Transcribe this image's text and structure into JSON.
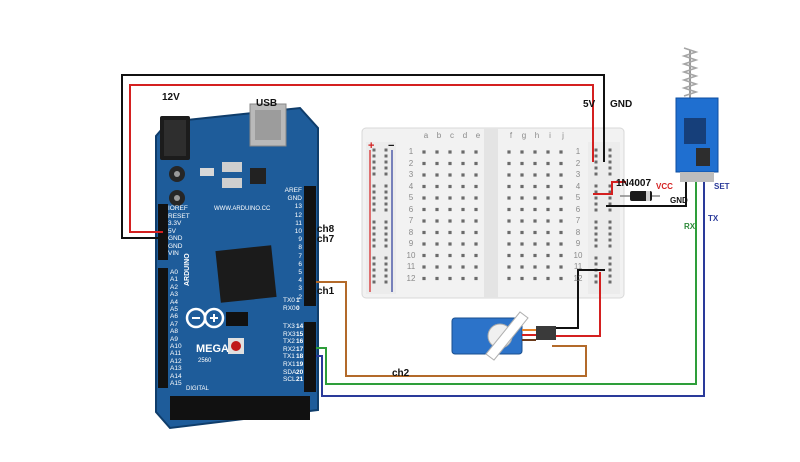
{
  "labels": {
    "power_12v": "12V",
    "usb": "USB",
    "five_v": "5V",
    "gnd_top": "GND",
    "diode": "1N4007",
    "vcc": "VCC",
    "gnd_radio": "GND",
    "set": "SET",
    "tx": "TX",
    "rx": "RX",
    "ch8": "ch8",
    "ch7": "ch7",
    "ch1": "ch1",
    "ch2": "ch2"
  },
  "breadboard": {
    "columns_left": [
      "a",
      "b",
      "c",
      "d",
      "e"
    ],
    "columns_right": [
      "f",
      "g",
      "h",
      "i",
      "j"
    ],
    "row_numbers": [
      "1",
      "2",
      "3",
      "4",
      "5",
      "6",
      "7",
      "8",
      "9",
      "10",
      "11",
      "12"
    ],
    "rail_plus": "+",
    "rail_minus": "−"
  },
  "arduino": {
    "brand_text": "ARDUINO",
    "model_text": "MEGA",
    "model_sub": "2560",
    "site_text": "WWW.ARDUINO.CC",
    "digital_label": "DIGITAL",
    "analog_pins": [
      "A0",
      "A1",
      "A2",
      "A3",
      "A4",
      "A5",
      "A6",
      "A7",
      "A8",
      "A9",
      "A10",
      "A11",
      "A12",
      "A13",
      "A14",
      "A15"
    ],
    "comm_pins": [
      {
        "name": "TX0",
        "num": "1"
      },
      {
        "name": "RX0",
        "num": "0"
      },
      {
        "name": "TX3",
        "num": "14"
      },
      {
        "name": "RX3",
        "num": "15"
      },
      {
        "name": "TX2",
        "num": "16"
      },
      {
        "name": "RX2",
        "num": "17"
      },
      {
        "name": "TX1",
        "num": "18"
      },
      {
        "name": "RX1",
        "num": "19"
      },
      {
        "name": "SDA",
        "num": "20"
      },
      {
        "name": "SCL",
        "num": "21"
      }
    ],
    "pwm_pins": [
      "AREF",
      "GND",
      "13",
      "12",
      "11",
      "10",
      "9",
      "8",
      "7",
      "6",
      "5",
      "4",
      "3",
      "2"
    ],
    "power_pins": [
      "IOREF",
      "RESET",
      "3.3V",
      "5V",
      "GND",
      "GND",
      "VIN"
    ]
  },
  "colors": {
    "board_blue": "#1e5c9a",
    "board_dark": "#0f3d6b",
    "wire_red": "#d42020",
    "wire_black": "#111111",
    "wire_green": "#2e9e3a",
    "wire_blue": "#2a3a9a",
    "wire_brown": "#b36a2a",
    "vcc_red": "#d42020",
    "radio_blue": "#1f6fd0",
    "label_green": "#2e8a3a",
    "label_navy": "#2a3a9a"
  }
}
